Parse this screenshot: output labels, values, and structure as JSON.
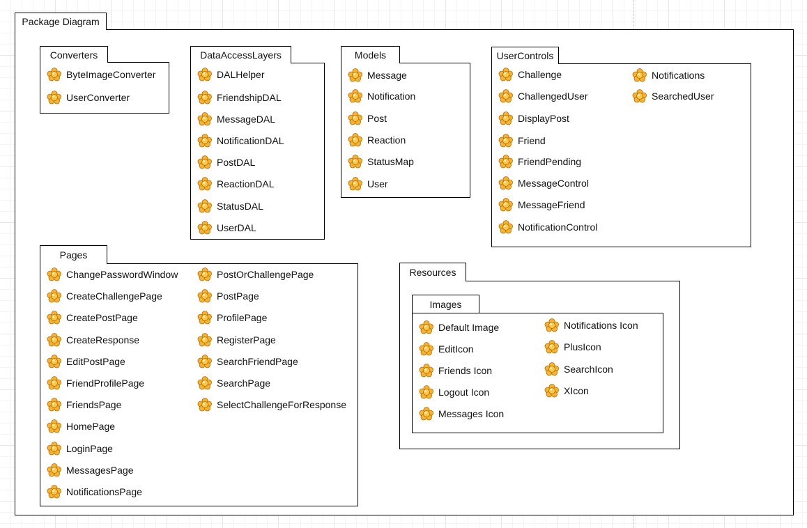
{
  "diagram_title": "Package Diagram",
  "colors": {
    "icon_fill": "#f6b32e",
    "icon_stroke": "#b56c08",
    "border": "#000000"
  },
  "icon": "package-class-icon",
  "packages": {
    "converters": {
      "name": "Converters",
      "items": [
        "ByteImageConverter",
        "UserConverter"
      ]
    },
    "dal": {
      "name": "DataAccessLayers",
      "items": [
        "DALHelper",
        "FriendshipDAL",
        "MessageDAL",
        "NotificationDAL",
        "PostDAL",
        "ReactionDAL",
        "StatusDAL",
        "UserDAL"
      ]
    },
    "models": {
      "name": "Models",
      "items": [
        "Message",
        "Notification",
        "Post",
        "Reaction",
        "StatusMap",
        "User"
      ]
    },
    "usercontrols": {
      "name": "UserControls",
      "items": [
        "Challenge",
        "ChallengedUser",
        "DisplayPost",
        "Friend",
        "FriendPending",
        "MessageControl",
        "MessageFriend",
        "NotificationControl",
        "Notifications",
        "SearchedUser"
      ]
    },
    "pages": {
      "name": "Pages",
      "items": [
        "ChangePasswordWindow",
        "CreateChallengePage",
        "CreatePostPage",
        "CreateResponse",
        "EditPostPage",
        "FriendProfilePage",
        "FriendsPage",
        "HomePage",
        "LoginPage",
        "MessagesPage",
        "NotificationsPage",
        "PostOrChallengePage",
        "PostPage",
        "ProfilePage",
        "RegisterPage",
        "SearchFriendPage",
        "SearchPage",
        "SelectChallengeForResponse"
      ]
    },
    "resources": {
      "name": "Resources"
    },
    "images": {
      "name": "Images",
      "items": [
        "Default Image",
        "EditIcon",
        "Friends Icon",
        "Logout Icon",
        "Messages Icon",
        "Notifications Icon",
        "PlusIcon",
        "SearchIcon",
        "XIcon"
      ]
    }
  }
}
